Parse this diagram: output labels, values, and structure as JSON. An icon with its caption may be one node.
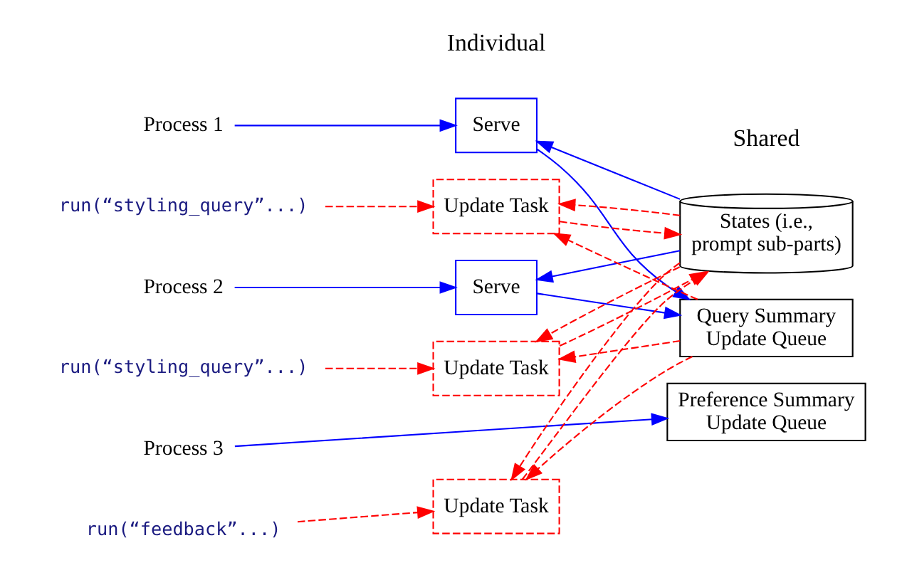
{
  "diagram": {
    "nodes": [
      {
        "text": [
          "Process 1"
        ]
      },
      {
        "text": [
          "run(“styling_query”...)"
        ]
      },
      {
        "text": [
          "Serve"
        ]
      },
      {
        "text": [
          "Update Task"
        ]
      },
      {
        "text": [
          "Process 2"
        ]
      },
      {
        "text": [
          "run(“styling_query”...)"
        ]
      },
      {
        "text": [
          "Serve"
        ]
      },
      {
        "text": [
          "Update Task"
        ]
      },
      {
        "text": [
          "Process 3"
        ]
      },
      {
        "text": [
          "run(“feedback”...)"
        ]
      },
      {
        "text": [
          "Update Task"
        ]
      },
      {
        "text": [
          "States (i.e., prompt sub-parts)"
        ]
      },
      {
        "text": [
          "Query Summary Update Queue"
        ]
      },
      {
        "text": [
          "Preference Summary Update Queue"
        ]
      }
    ],
    "edges": [
      {
        "from": 0,
        "to": 2,
        "arrow": "to",
        "color": "#0000ff"
      },
      {
        "from": 1,
        "to": 3,
        "arrow": "to",
        "style": "dashed"
      },
      {
        "from": 4,
        "to": 6,
        "arrow": "to",
        "color": "#0000ff"
      },
      {
        "from": 5,
        "to": 7,
        "arrow": "to",
        "style": "dashed"
      },
      {
        "from": 8,
        "to": 13,
        "arrow": "to",
        "color": "#0000ff"
      },
      {
        "from": 9,
        "to": 10,
        "arrow": "to",
        "style": "dashed"
      },
      {
        "from": 11,
        "to": 2,
        "arrow": "to",
        "color": "#0000ff"
      },
      {
        "from": 11,
        "to": 6,
        "arrow": "to",
        "color": "#0000ff"
      },
      {
        "from": 2,
        "to": 12,
        "arrow": "to",
        "color": "#0000ff"
      },
      {
        "from": 6,
        "to": 12,
        "arrow": "to",
        "color": "#0000ff"
      },
      {
        "from": 11,
        "to": 3,
        "arrow": "to",
        "style": "dashed"
      },
      {
        "from": 11,
        "to": 7,
        "arrow": "to",
        "style": "dashed"
      },
      {
        "from": 11,
        "to": 10,
        "arrow": "to",
        "style": "dashed"
      },
      {
        "from": 3,
        "to": 11,
        "arrow": "to",
        "style": "dashed"
      },
      {
        "from": 7,
        "to": 11,
        "arrow": "to",
        "style": "dashed"
      },
      {
        "from": 10,
        "to": 11,
        "arrow": "to",
        "style": "dashed"
      },
      {
        "from": 12,
        "to": 3,
        "arrow": "to",
        "style": "dashed"
      },
      {
        "from": 12,
        "to": 7,
        "arrow": "to",
        "style": "dashed"
      },
      {
        "from": 12,
        "to": 10,
        "arrow": "to",
        "style": "dashed"
      }
    ],
    "labels": [
      "Individual",
      "Shared"
    ]
  }
}
